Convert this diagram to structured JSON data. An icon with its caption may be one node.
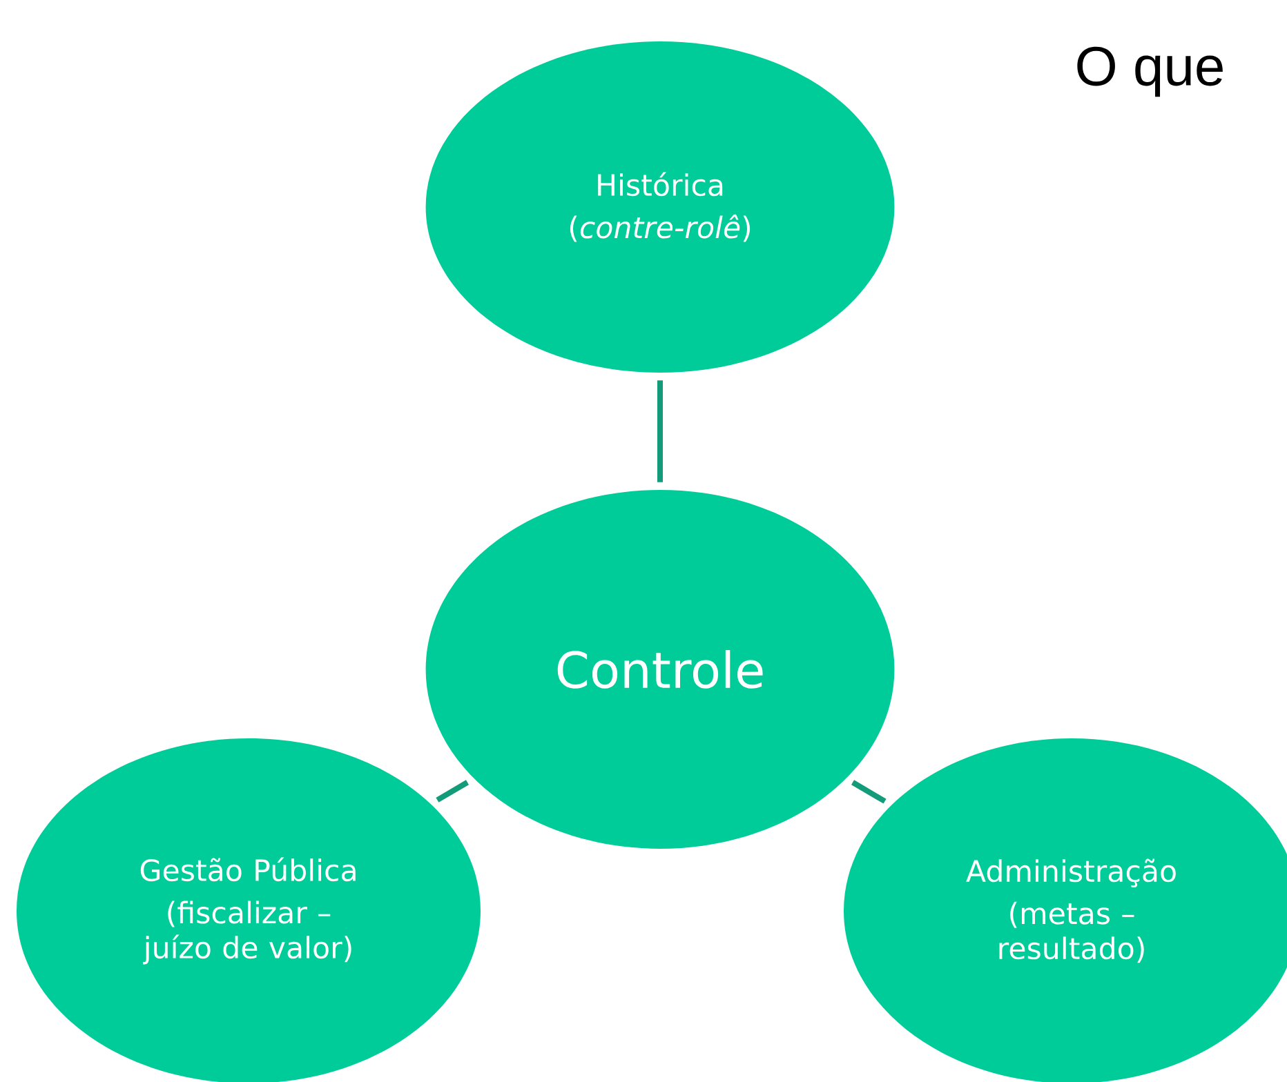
{
  "diagram": {
    "nodes": [
      {
        "text": [
          "Histórica",
          "(*contre-rolê*)"
        ]
      },
      {
        "text": [
          "Controle"
        ]
      },
      {
        "text": [
          "Gestão Pública",
          "(fiscalizar – juízo de valor)"
        ]
      },
      {
        "text": [
          "Administração",
          "(metas – resultado)"
        ]
      }
    ],
    "edges": [
      {
        "from": 0,
        "to": 1,
        "arrow": "none"
      },
      {
        "from": 1,
        "to": 2,
        "arrow": "none"
      },
      {
        "from": 1,
        "to": 3,
        "arrow": "none"
      }
    ],
    "labels": [
      "O que"
    ]
  }
}
